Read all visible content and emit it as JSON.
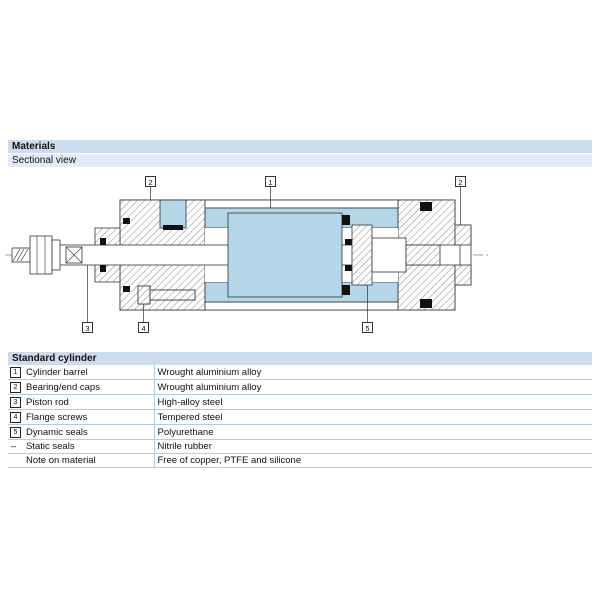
{
  "page": {
    "materials_header": "Materials",
    "sectional_view_label": "Sectional view"
  },
  "colors": {
    "header_bar": "#ccdcec",
    "subheader_bar": "#e2ebf7",
    "table_line": "#b0cbe6",
    "diagram_blue": "#b5d5e8",
    "seal_black": "#111111"
  },
  "diagram": {
    "description": "Sectional view of a standard pneumatic cylinder",
    "callouts": [
      {
        "label": "2"
      },
      {
        "label": "1"
      },
      {
        "label": "2"
      },
      {
        "label": "3"
      },
      {
        "label": "4"
      },
      {
        "label": "5"
      }
    ]
  },
  "table": {
    "header": "Standard cylinder",
    "rows": [
      {
        "ref": "1",
        "part": "Cylinder barrel",
        "material": "Wrought aluminium alloy"
      },
      {
        "ref": "2",
        "part": "Bearing/end caps",
        "material": "Wrought aluminium alloy"
      },
      {
        "ref": "3",
        "part": "Piston rod",
        "material": "High-alloy steel"
      },
      {
        "ref": "4",
        "part": "Flange screws",
        "material": "Tempered steel"
      },
      {
        "ref": "5",
        "part": "Dynamic seals",
        "material": "Polyurethane"
      },
      {
        "ref": "–",
        "part": "Static seals",
        "material": "Nitrile rubber"
      },
      {
        "ref": "",
        "part": "Note on material",
        "material": "Free of copper, PTFE and silicone"
      }
    ]
  }
}
